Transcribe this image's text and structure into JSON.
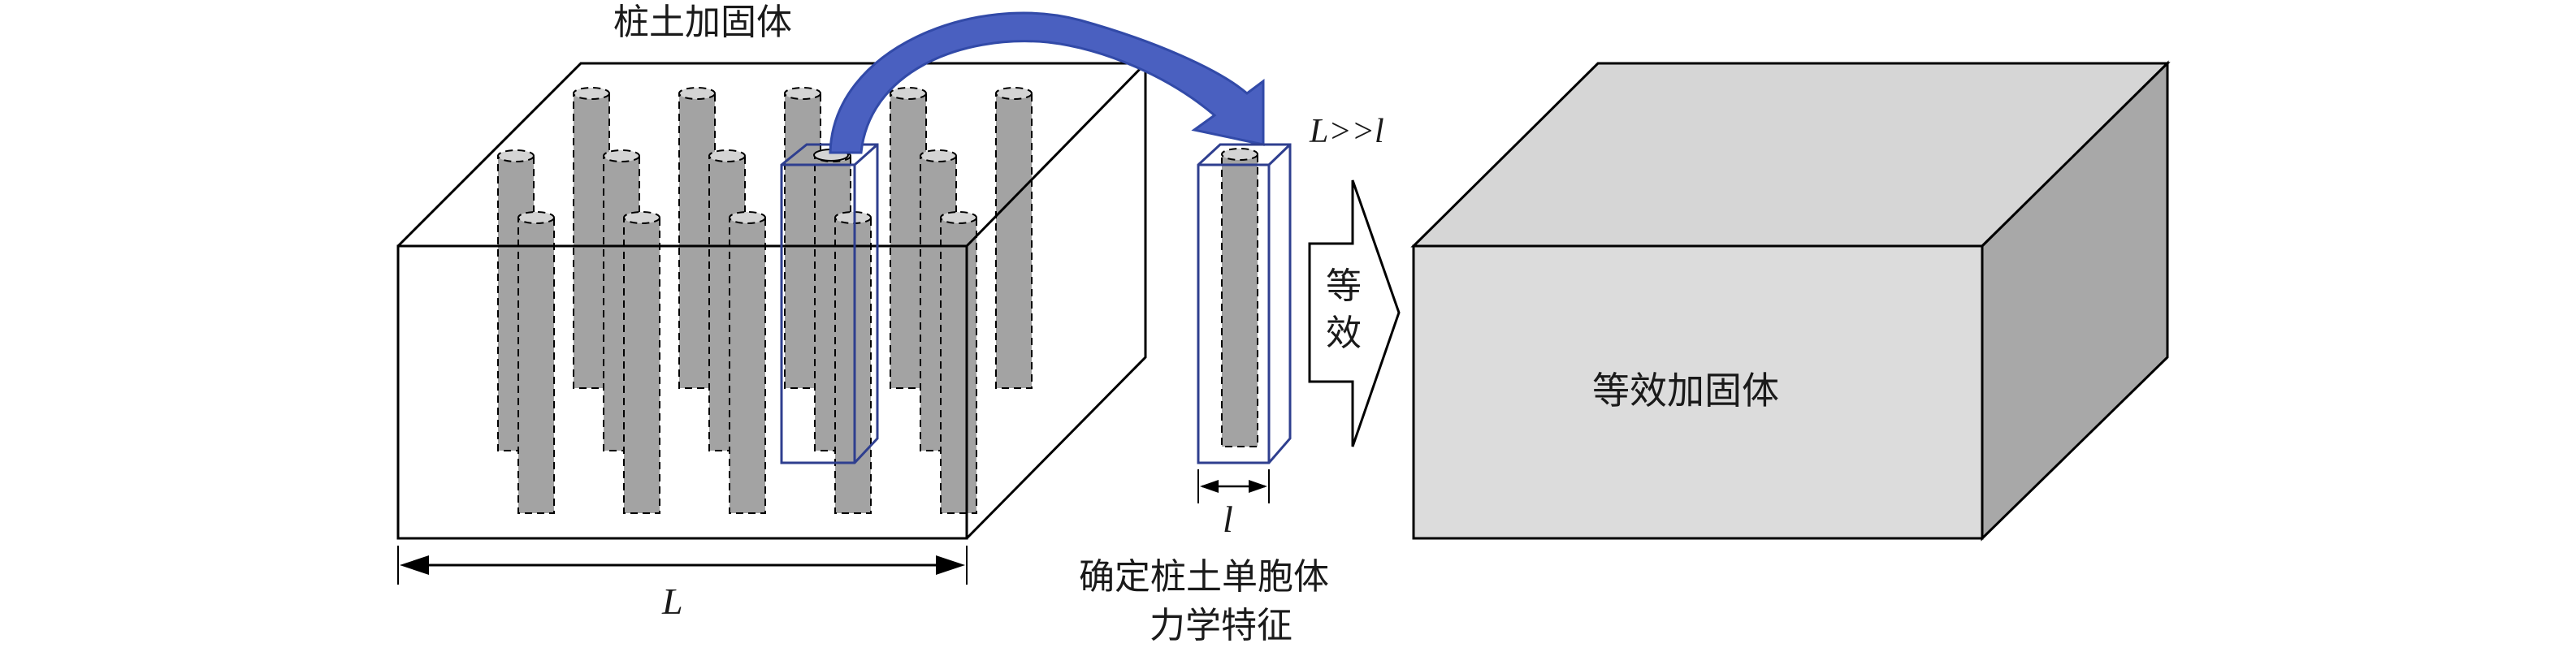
{
  "labels": {
    "composite_title": "桩土加固体",
    "length_big": "L",
    "length_relation": "L>>l",
    "length_small": "l",
    "equivalence_line1": "等",
    "equivalence_line2": "效",
    "unit_cell_line1": "确定桩土单胞体",
    "unit_cell_line2": "力学特征",
    "equivalent_body": "等效加固体"
  },
  "colors": {
    "pile_fill": "#a3a3a3",
    "pile_cap": "#d4d4d4",
    "outline": "#000000",
    "unit_cell_box": "#2f3f8f",
    "transfer_arrow": "#4a60c0",
    "equiv_front": "#dcdcdc",
    "equiv_top": "#d6d6d6",
    "equiv_side": "#a8a8a8"
  },
  "icons": {
    "transfer_arrow": "curved-arrow-icon",
    "equivalence_arrow": "block-arrow-right-icon"
  }
}
